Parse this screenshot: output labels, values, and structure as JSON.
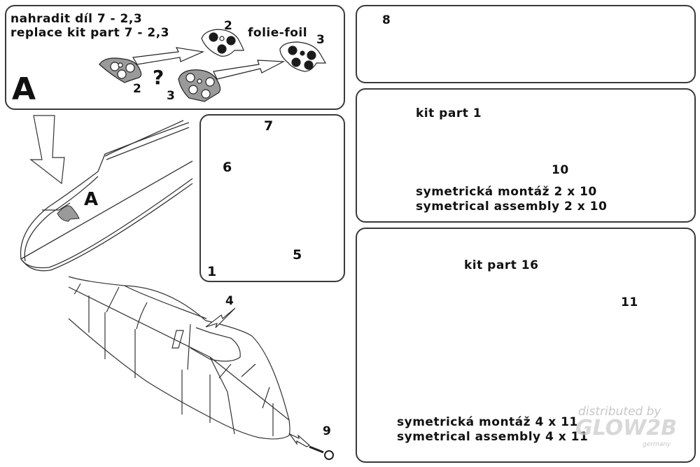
{
  "panel_a": {
    "line1": "nahradit díl 7 - 2,3",
    "line2": "replace kit part 7 - 2,3",
    "foil_label": "folie-foil",
    "letter": "A",
    "question": "?",
    "part_2_old": "2",
    "part_3_old": "3",
    "part_2_new": "2",
    "part_3_new": "3"
  },
  "fuselage_top": {
    "letter": "A"
  },
  "seat_panel": {
    "parts": [
      "7",
      "6",
      "5",
      "1"
    ]
  },
  "fuselage_bottom": {
    "parts": [
      "4",
      "9"
    ]
  },
  "panel_8": {
    "part": "8"
  },
  "panel_10": {
    "kit_part": "kit part 1",
    "part": "10",
    "line1": "symetrická montáž 2 x 10",
    "line2": "symetrical assembly 2 x 10"
  },
  "panel_11": {
    "kit_part": "kit part 16",
    "part": "11",
    "line1": "symetrická montáž 4 x 11",
    "line2": "symetrical assembly 4 x 11"
  },
  "watermark": {
    "line1": "distributed by",
    "brand": "GLOW2B",
    "line3": "germany"
  },
  "colors": {
    "outline": "#3a3a3a",
    "part_fill": "#9a9a9a",
    "dark_fill": "#1a1a1a"
  }
}
